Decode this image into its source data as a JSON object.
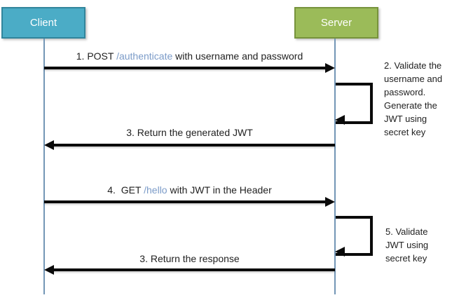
{
  "actors": [
    {
      "label": "Client"
    },
    {
      "label": "Server"
    }
  ],
  "messages": [
    {
      "prefix": "1. POST ",
      "endpoint": "/authenticate",
      "suffix": " with username and password",
      "direction": "client-to-server"
    },
    {
      "label": "3. Return the generated JWT",
      "direction": "server-to-client"
    },
    {
      "prefix": "4.  GET ",
      "endpoint": "/hello",
      "suffix": " with JWT in the Header",
      "direction": "client-to-server"
    },
    {
      "label": "3. Return the response",
      "direction": "server-to-client"
    }
  ],
  "self_messages": [
    {
      "note": "2. Validate the\nusername and\npassword.\nGenerate the\nJWT using\nsecret key",
      "actor": "Server"
    },
    {
      "note": "5. Validate\nJWT using\nsecret key",
      "actor": "Server"
    }
  ],
  "colors": {
    "client_fill": "#4BACC6",
    "client_border": "#31859C",
    "server_fill": "#9BBB59",
    "server_border": "#77933C",
    "lifeline": "#7396B6",
    "arrow": "#0a0a0a",
    "label_text": "#1f1f1f",
    "endpoint_text": "#7B9BC8",
    "actor_text": "#ffffff"
  }
}
